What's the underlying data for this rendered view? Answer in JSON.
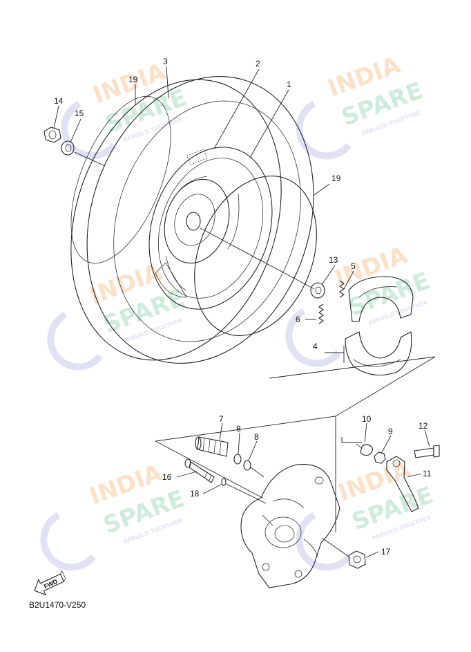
{
  "diagram_code": "B2U1470-V250",
  "fwd_label": "FWD",
  "watermark": {
    "line1": "INDIA",
    "line2": "SPARE",
    "tagline": "REBUILD TOGETHER",
    "color_orange": "#f6c99a",
    "color_green": "#a9dbc0",
    "color_blue": "#c9c9ec"
  },
  "callouts": {
    "c1": "1",
    "c2": "2",
    "c3": "3",
    "c4": "4",
    "c5": "5",
    "c6": "6",
    "c7": "7",
    "c8a": "8",
    "c8b": "8",
    "c9": "9",
    "c10": "10",
    "c11": "11",
    "c12": "12",
    "c13": "13",
    "c14": "14",
    "c15": "15",
    "c16": "16",
    "c17": "17",
    "c18": "18",
    "c19a": "19",
    "c19b": "19"
  }
}
